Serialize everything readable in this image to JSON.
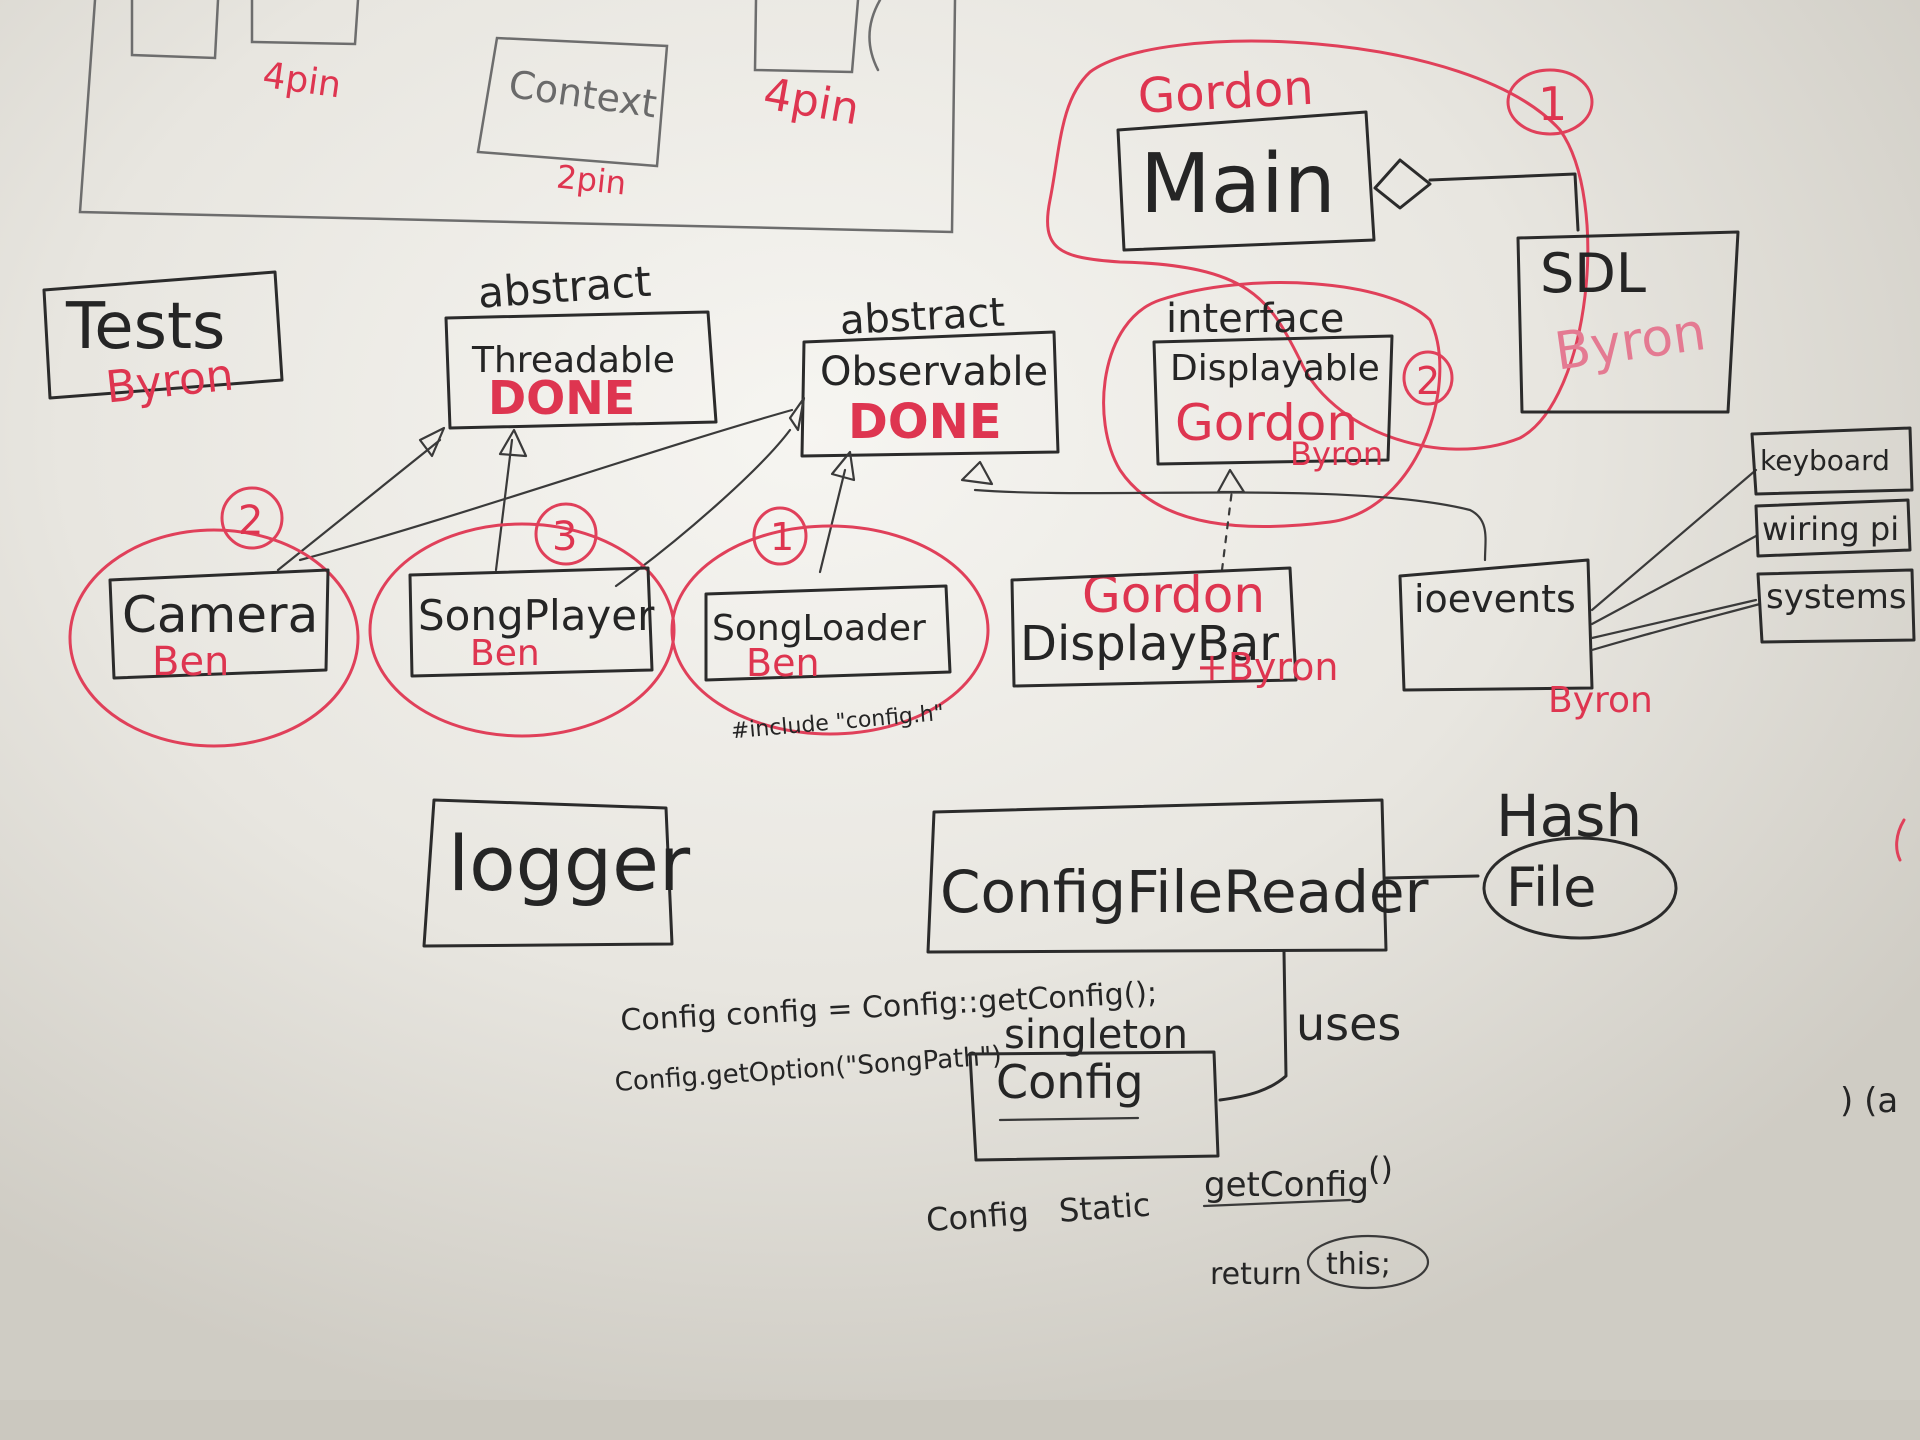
{
  "colors": {
    "board": "#e4e2dc",
    "black_marker": "#252525",
    "red_marker": "#de3550",
    "faded_marker": "#6a6a6a"
  },
  "top_area": {
    "context": "Context",
    "pin_left": "4pin",
    "pin_middle": "2pin",
    "pin_right": "4pin"
  },
  "main_group": {
    "owner": "Gordon",
    "number": "1",
    "main": "Main",
    "sdl": "SDL",
    "sdl_owner": "Byron"
  },
  "tests": {
    "name": "Tests",
    "owner": "Byron"
  },
  "threadable": {
    "stereotype": "abstract",
    "name": "Threadable",
    "status": "DONE"
  },
  "observable": {
    "stereotype": "abstract",
    "name": "Observable",
    "status": "DONE"
  },
  "displayable": {
    "stereotype": "interface",
    "name": "Displayable",
    "owner": "Gordon",
    "owner2": "Byron",
    "number": "2"
  },
  "camera": {
    "name": "Camera",
    "owner": "Ben",
    "number": "2"
  },
  "songplayer": {
    "name": "SongPlayer",
    "owner": "Ben",
    "number": "3"
  },
  "songloader": {
    "name": "SongLoader",
    "owner": "Ben",
    "number": "1",
    "note": "#include \"config.h\""
  },
  "displaybar": {
    "owner": "Gordon",
    "name": "DisplayBar",
    "owner2": "+Byron"
  },
  "ioevents": {
    "name": "ioevents",
    "owner": "Byron"
  },
  "inputs": [
    "keyboard",
    "wiring pi",
    "systems"
  ],
  "logger": {
    "name": "logger"
  },
  "configfilereader": {
    "name": "ConfigFileReader",
    "hash_label": "Hash",
    "file": "File",
    "uses": "uses"
  },
  "config": {
    "stereotype": "singleton",
    "name": "Config",
    "code_line1": "Config config = Config::getConfig();",
    "code_line2": "Config.getOption(\"SongPath\")",
    "static_prefix": "Config   Static",
    "static_method": "getConfig",
    "static_parens": "()",
    "return_kw": "return",
    "return_val": "this;"
  },
  "edge_marks": {
    "right_edge": ") (a"
  }
}
